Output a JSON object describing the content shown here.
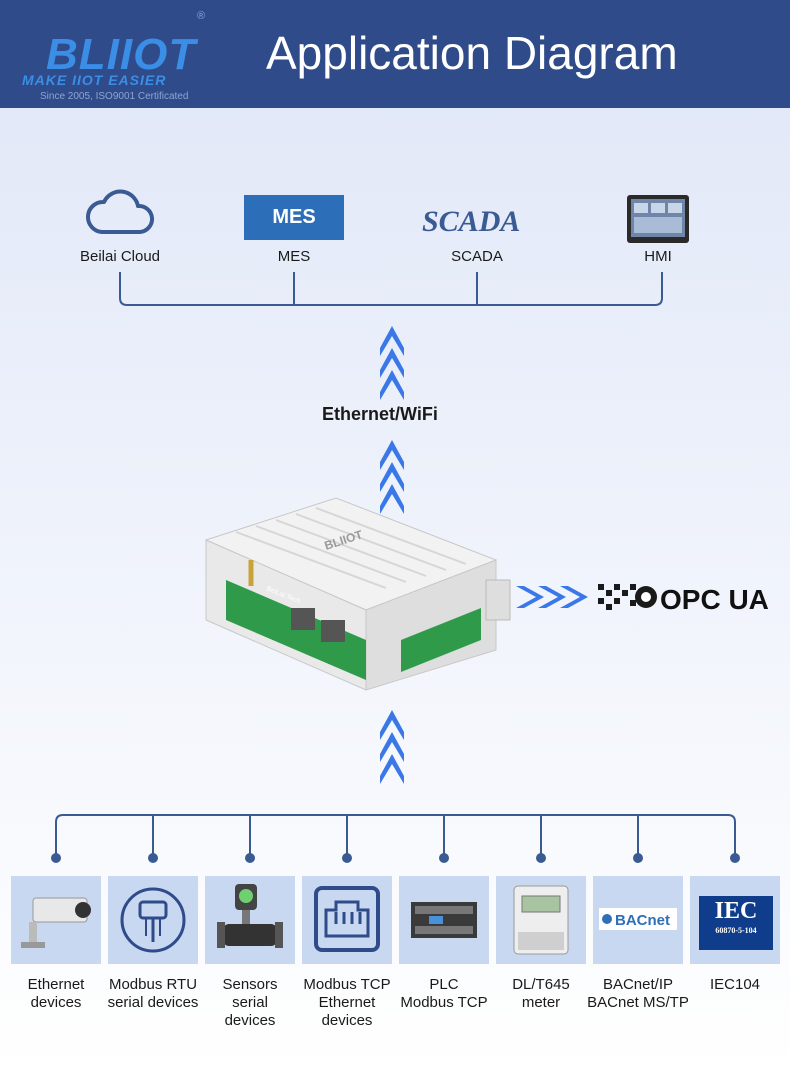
{
  "header": {
    "logo_main": "BLIIOT",
    "logo_tagline": "MAKE IIOT EASIER",
    "logo_sub": "Since 2005, ISO9001 Certificated",
    "logo_reg": "®",
    "title": "Application Diagram"
  },
  "top_nodes": [
    {
      "label": "Beilai Cloud",
      "icon": "cloud-icon"
    },
    {
      "label": "MES",
      "icon_text": "MES"
    },
    {
      "label": "SCADA",
      "icon_text": "SCADA"
    },
    {
      "label": "HMI",
      "icon": "hmi-screen-icon"
    }
  ],
  "link": {
    "label": "Ethernet/WiFi"
  },
  "device": {
    "logo": "BLIIOT",
    "model_tag": "BeiLai Tech"
  },
  "opcua": {
    "text": "OPC UA"
  },
  "bottom_nodes": [
    {
      "label1": "Ethernet",
      "label2": "devices",
      "icon": "camera-icon"
    },
    {
      "label1": "Modbus RTU",
      "label2": "serial devices",
      "icon": "serial-port-icon"
    },
    {
      "label1": "Sensors",
      "label2": "serial",
      "label3": "devices",
      "icon": "flowmeter-icon"
    },
    {
      "label1": "Modbus TCP",
      "label2": "Ethernet",
      "label3": "devices",
      "icon": "ethernet-port-icon"
    },
    {
      "label1": "PLC",
      "label2": "Modbus TCP",
      "icon": "plc-icon"
    },
    {
      "label1": "DL/T645",
      "label2": "meter",
      "icon": "power-meter-icon"
    },
    {
      "label1": "BACnet/IP",
      "label2": "BACnet MS/TP",
      "icon_text": "BACnet"
    },
    {
      "label1": "IEC104",
      "icon_text": "IEC",
      "icon_subtext": "60870-5-104"
    }
  ],
  "colors": {
    "header": "#2f4b8a",
    "accent": "#3b78e7",
    "line": "#3a5a94",
    "tile": "#c8d8f0"
  }
}
